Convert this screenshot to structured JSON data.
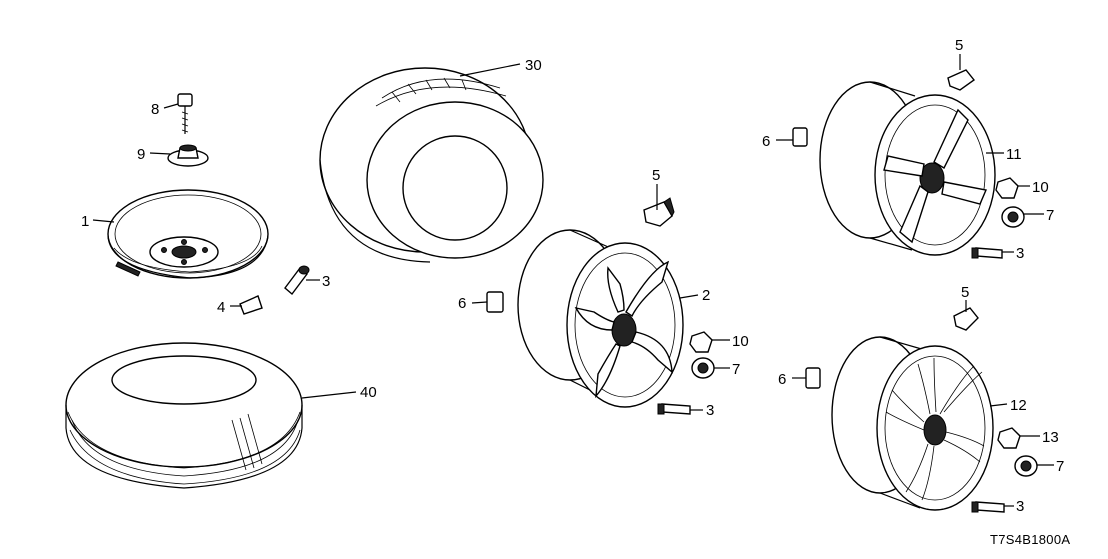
{
  "diagram": {
    "code": "T7S4B1800A",
    "callouts": [
      {
        "id": "c1",
        "text": "1"
      },
      {
        "id": "c2",
        "text": "2"
      },
      {
        "id": "c3a",
        "text": "3"
      },
      {
        "id": "c3b",
        "text": "3"
      },
      {
        "id": "c3c",
        "text": "3"
      },
      {
        "id": "c3d",
        "text": "3"
      },
      {
        "id": "c4",
        "text": "4"
      },
      {
        "id": "c5a",
        "text": "5"
      },
      {
        "id": "c5b",
        "text": "5"
      },
      {
        "id": "c5c",
        "text": "5"
      },
      {
        "id": "c6a",
        "text": "6"
      },
      {
        "id": "c6b",
        "text": "6"
      },
      {
        "id": "c6c",
        "text": "6"
      },
      {
        "id": "c7a",
        "text": "7"
      },
      {
        "id": "c7b",
        "text": "7"
      },
      {
        "id": "c7c",
        "text": "7"
      },
      {
        "id": "c8",
        "text": "8"
      },
      {
        "id": "c9",
        "text": "9"
      },
      {
        "id": "c10a",
        "text": "10"
      },
      {
        "id": "c10b",
        "text": "10"
      },
      {
        "id": "c11",
        "text": "11"
      },
      {
        "id": "c12",
        "text": "12"
      },
      {
        "id": "c13",
        "text": "13"
      },
      {
        "id": "c30",
        "text": "30"
      },
      {
        "id": "c40",
        "text": "40"
      }
    ]
  }
}
